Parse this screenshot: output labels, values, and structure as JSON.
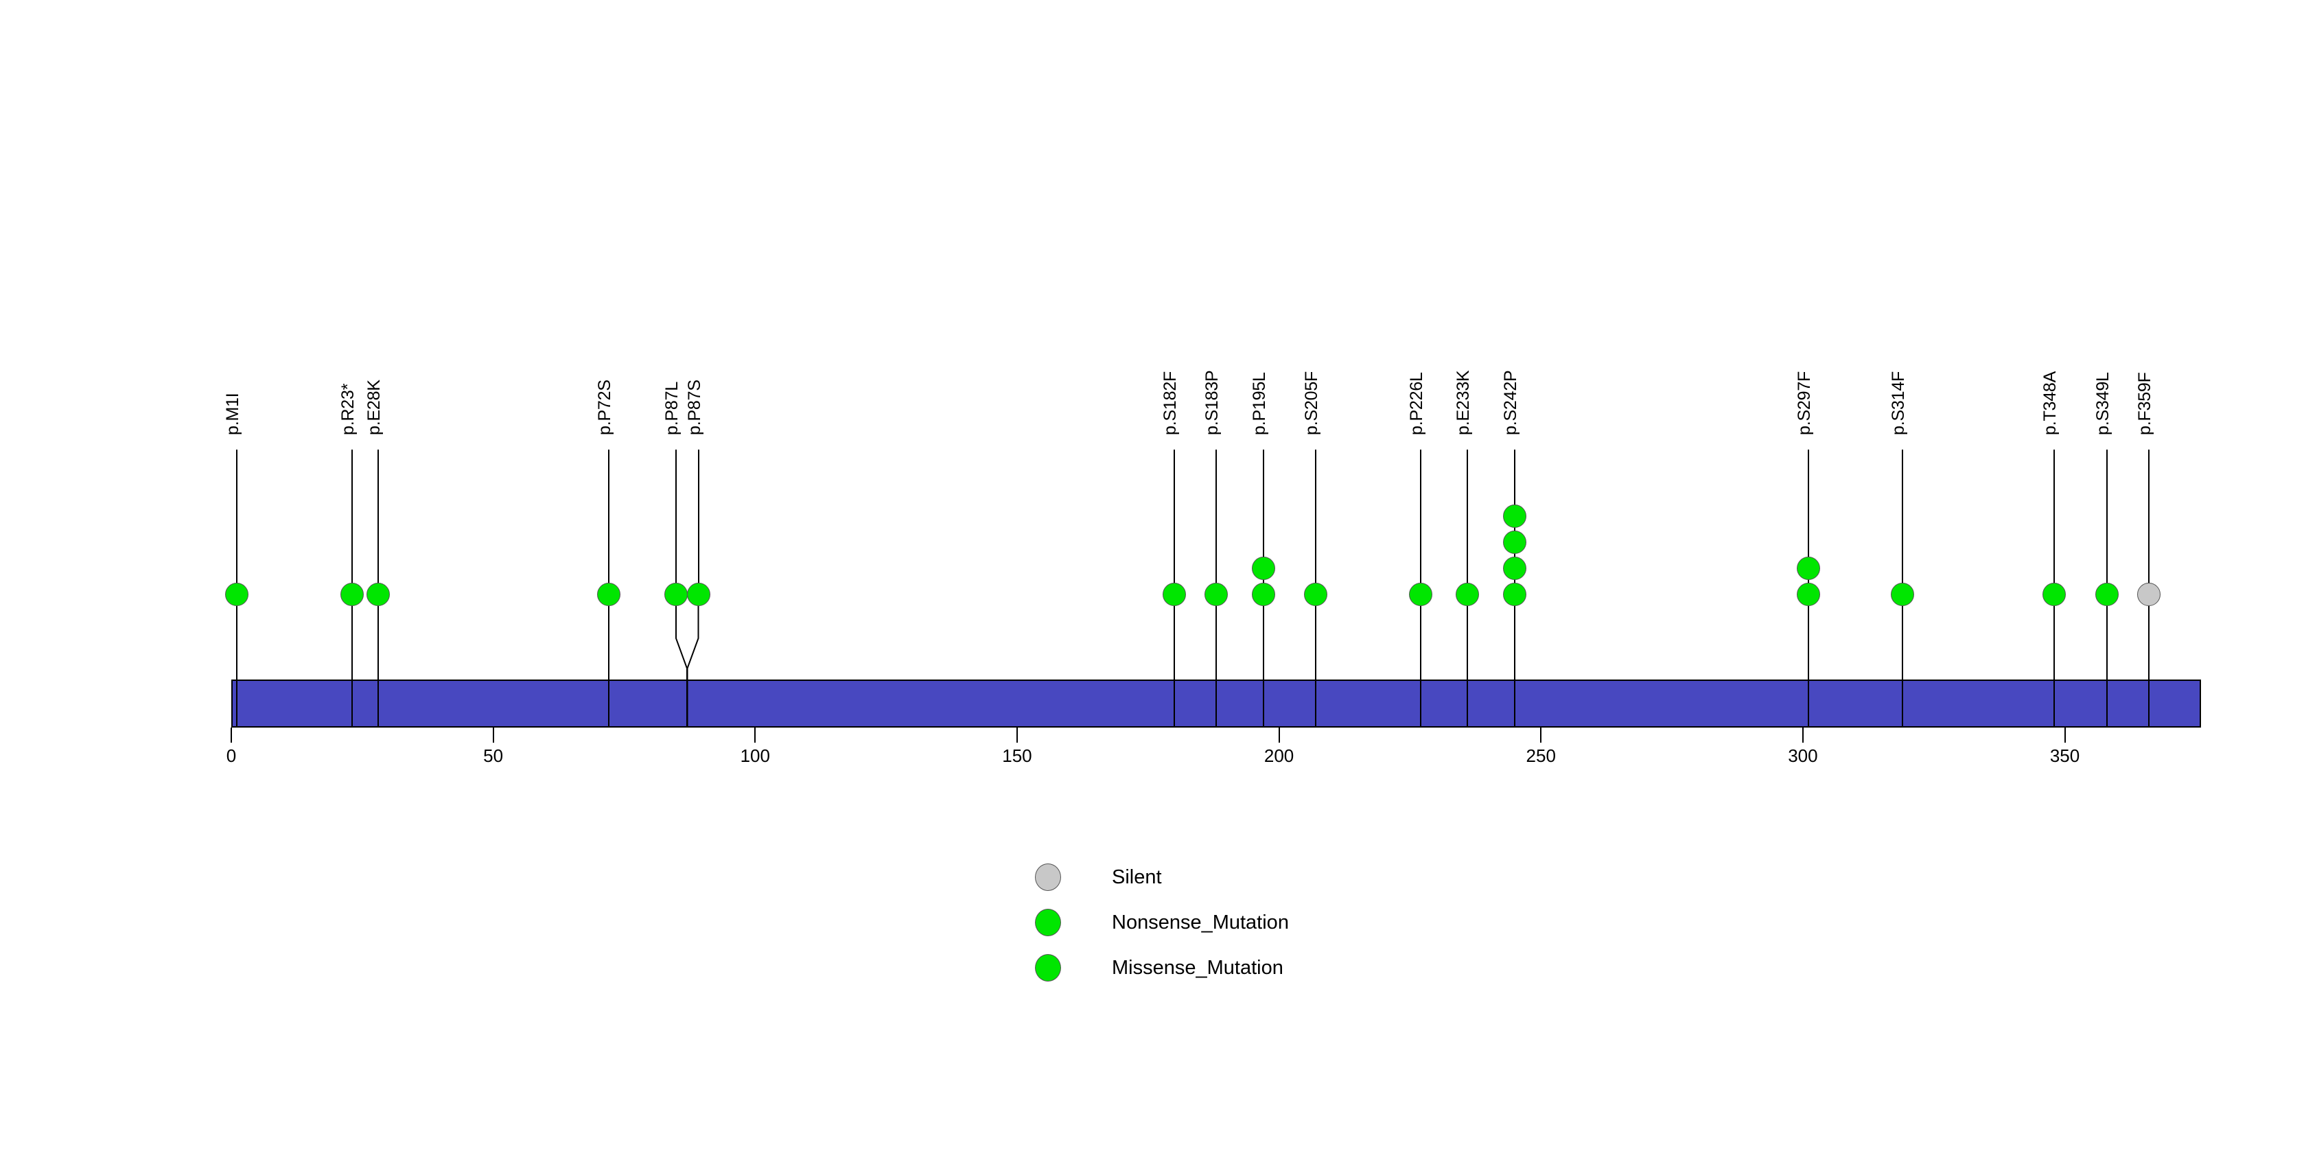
{
  "chart_data": {
    "type": "scatter",
    "title": "",
    "xlabel": "",
    "ylabel": "",
    "xlim": [
      0,
      376
    ],
    "xticks": [
      0,
      50,
      100,
      150,
      200,
      250,
      300,
      350
    ],
    "xtick_labels": [
      "0",
      "50",
      "100",
      "150",
      "200",
      "250",
      "300",
      "350"
    ],
    "grid": false,
    "protein": {
      "label": "",
      "start": 0,
      "end": 376,
      "color": "#4848c0"
    },
    "colors": {
      "silent": "#c8c8c8",
      "nonsense": "#00e600",
      "missense": "#00e600",
      "protein_bar": "#4848c0",
      "stem": "#000000",
      "background": "#ffffff"
    },
    "mutations": [
      {
        "label": "p.M1I",
        "position": 1,
        "count": 1,
        "type": "Missense_Mutation",
        "color": "#00e600"
      },
      {
        "label": "p.R23*",
        "position": 23,
        "count": 1,
        "type": "Nonsense_Mutation",
        "color": "#00e600"
      },
      {
        "label": "p.E28K",
        "position": 28,
        "count": 1,
        "type": "Missense_Mutation",
        "color": "#00e600"
      },
      {
        "label": "p.P72S",
        "position": 72,
        "count": 1,
        "type": "Missense_Mutation",
        "color": "#00e600"
      },
      {
        "label": "p.P87L",
        "position": 87,
        "count": 1,
        "type": "Missense_Mutation",
        "color": "#00e600"
      },
      {
        "label": "p.P87S",
        "position": 87,
        "count": 1,
        "type": "Missense_Mutation",
        "color": "#00e600"
      },
      {
        "label": "p.S182F",
        "position": 180,
        "count": 1,
        "type": "Missense_Mutation",
        "color": "#00e600"
      },
      {
        "label": "p.S183P",
        "position": 188,
        "count": 1,
        "type": "Missense_Mutation",
        "color": "#00e600"
      },
      {
        "label": "p.P195L",
        "position": 197,
        "count": 2,
        "type": "Missense_Mutation",
        "color": "#00e600"
      },
      {
        "label": "p.S205F",
        "position": 207,
        "count": 1,
        "type": "Missense_Mutation",
        "color": "#00e600"
      },
      {
        "label": "p.P226L",
        "position": 227,
        "count": 1,
        "type": "Missense_Mutation",
        "color": "#00e600"
      },
      {
        "label": "p.E233K",
        "position": 236,
        "count": 1,
        "type": "Missense_Mutation",
        "color": "#00e600"
      },
      {
        "label": "p.S242P",
        "position": 245,
        "count": 4,
        "type": "Missense_Mutation",
        "color": "#00e600"
      },
      {
        "label": "p.S297F",
        "position": 301,
        "count": 2,
        "type": "Missense_Mutation",
        "color": "#00e600"
      },
      {
        "label": "p.S314F",
        "position": 319,
        "count": 1,
        "type": "Missense_Mutation",
        "color": "#00e600"
      },
      {
        "label": "p.T348A",
        "position": 348,
        "count": 1,
        "type": "Missense_Mutation",
        "color": "#00e600"
      },
      {
        "label": "p.S349L",
        "position": 358,
        "count": 1,
        "type": "Missense_Mutation",
        "color": "#00e600"
      },
      {
        "label": "p.F359F",
        "position": 366,
        "count": 1,
        "type": "Silent",
        "color": "#c8c8c8"
      }
    ],
    "legend": {
      "position": "bottom-center",
      "entries": [
        {
          "label": "Silent",
          "color": "#c8c8c8"
        },
        {
          "label": "Nonsense_Mutation",
          "color": "#00e600"
        },
        {
          "label": "Missense_Mutation",
          "color": "#00e600"
        }
      ]
    }
  }
}
